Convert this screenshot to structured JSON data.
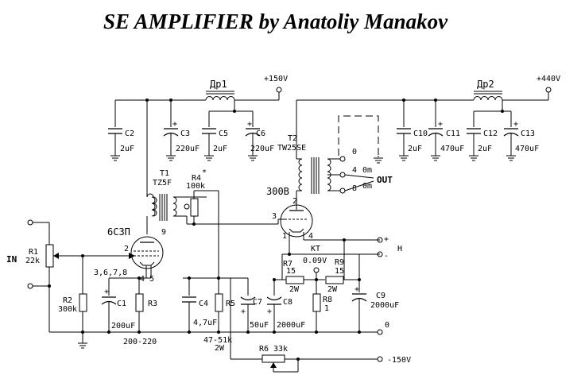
{
  "title": "SE AMPLIFIER by Anatoliy Manakov",
  "rails": {
    "plus150": "+150V",
    "plus440": "+440V",
    "minus150": "-150V",
    "ground": "0"
  },
  "inductors": {
    "dr1": "Др1",
    "dr2": "Др2"
  },
  "tubes": {
    "t6s3p": "6С3П",
    "t300b": "300B"
  },
  "transformers": {
    "t1_name": "T1",
    "t1_type": "TZ5F",
    "t2_name": "T2",
    "t2_type": "TW25SE",
    "t2_taps": [
      "0",
      "4",
      "8"
    ],
    "t2_ohms": [
      "0m",
      "0m"
    ]
  },
  "pins": {
    "p9": "9",
    "p2_first": "2",
    "p2_300b": "2",
    "p3": "3",
    "p1": "1",
    "p4": "4",
    "p_cathode_list": "3,6,7,8",
    "p45": "4 5"
  },
  "labels": {
    "in": "IN",
    "out": "OUT",
    "kt": "KT",
    "h": "H",
    "plus": "+",
    "minus": "-",
    "plus_sign": "+",
    "cap_plus": "+"
  },
  "components": {
    "c2": {
      "ref": "C2",
      "value": "2uF"
    },
    "c3": {
      "ref": "C3",
      "value": "220uF"
    },
    "c5": {
      "ref": "C5",
      "value": "2uF"
    },
    "c6": {
      "ref": "C6",
      "value": "220uF"
    },
    "c10": {
      "ref": "C10",
      "value": "2uF"
    },
    "c11": {
      "ref": "C11",
      "value": "470uF"
    },
    "c12": {
      "ref": "C12",
      "value": "2uF"
    },
    "c13": {
      "ref": "C13",
      "value": "470uF"
    },
    "r4": {
      "ref": "R4",
      "mark": "*",
      "value": "100k"
    },
    "r1": {
      "ref": "R1",
      "value": "22k"
    },
    "r2": {
      "ref": "R2",
      "value": "300k"
    },
    "c1": {
      "ref": "C1",
      "value": "200uF"
    },
    "r3": {
      "ref": "R3",
      "value": "200-220"
    },
    "c4": {
      "ref": "C4",
      "value": "4,7uF"
    },
    "r5": {
      "ref": "R5",
      "value": "47-51k",
      "power": "2W"
    },
    "c7": {
      "ref": "C7",
      "value": "50uF"
    },
    "c8": {
      "ref": "C8",
      "value": "2000uF"
    },
    "r7": {
      "ref": "R7",
      "value": "15",
      "power": "2W"
    },
    "r9": {
      "ref": "R9",
      "value": "15",
      "power": "2W"
    },
    "r8": {
      "ref": "R8",
      "value": "1"
    },
    "c9": {
      "ref": "C9",
      "value": "2000uF"
    },
    "r6": {
      "ref": "R6",
      "value": "33k"
    },
    "kt_voltage": "0.09V"
  }
}
